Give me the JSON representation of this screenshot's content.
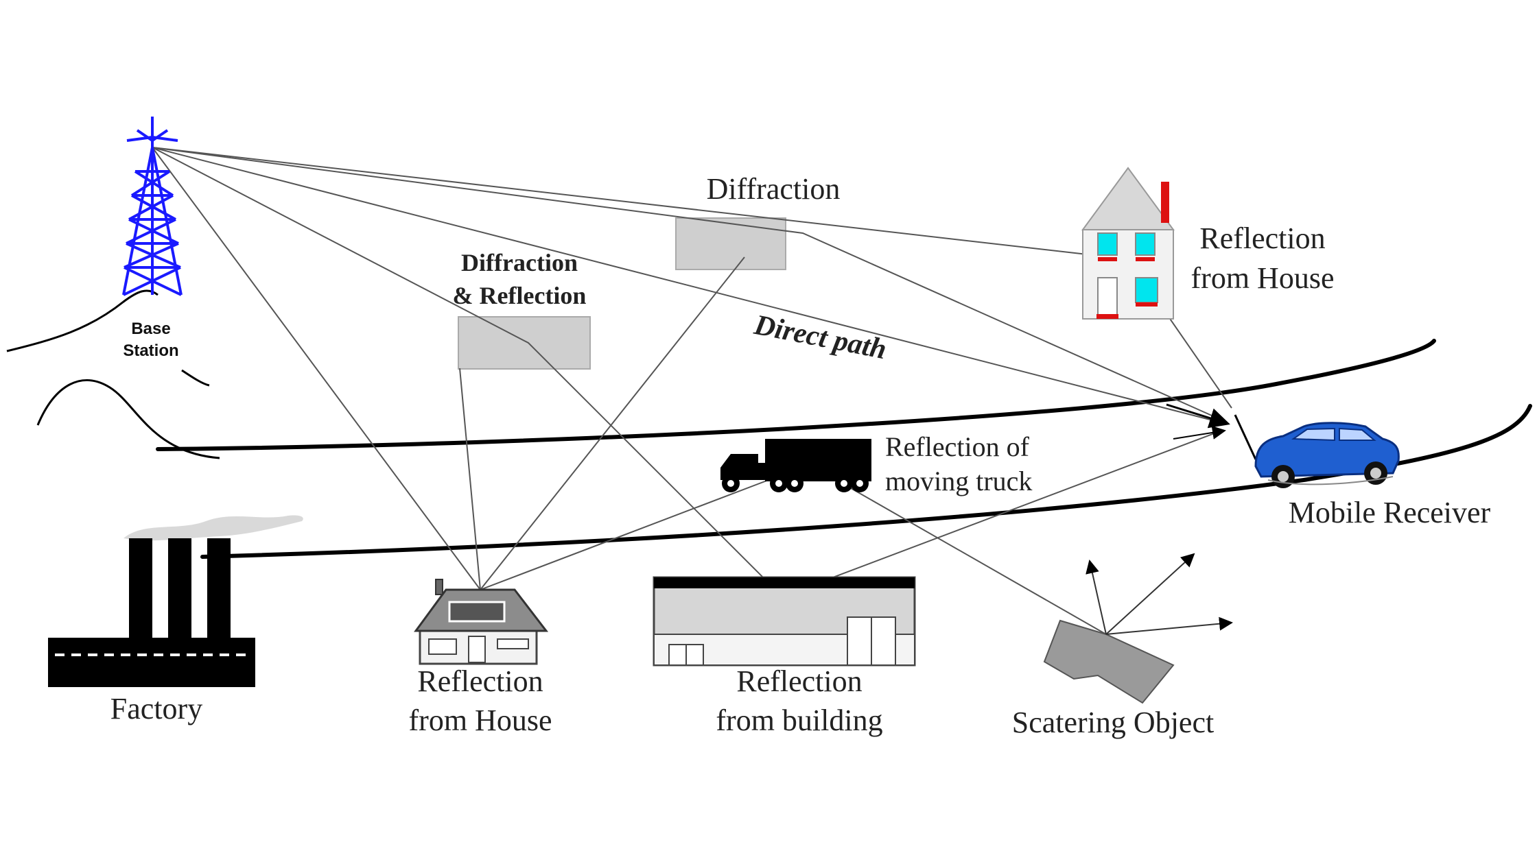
{
  "labels": {
    "base_station_line1": "Base",
    "base_station_line2": "Station",
    "diffraction_reflection_line1": "Diffraction",
    "diffraction_reflection_line2": "& Reflection",
    "diffraction": "Diffraction",
    "direct_path": "Direct path",
    "reflection_house_top_line1": "Reflection",
    "reflection_house_top_line2": "from House",
    "truck_line1": "Reflection of",
    "truck_line2": "moving truck",
    "mobile_receiver": "Mobile Receiver",
    "factory": "Factory",
    "reflection_house_bottom_line1": "Reflection",
    "reflection_house_bottom_line2": "from House",
    "reflection_building_line1": "Reflection",
    "reflection_building_line2": "from building",
    "scattering_object": "Scatering Object"
  },
  "colors": {
    "tower": "#1a1aff",
    "window_cyan": "#00e5ee",
    "house_red": "#dd1111",
    "car_blue": "#1f5fd0",
    "obstacle_gray": "#cfcfcf"
  }
}
